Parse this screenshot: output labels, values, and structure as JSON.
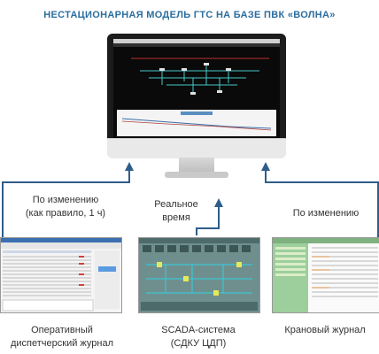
{
  "title": "НЕСТАЦИОНАРНАЯ МОДЕЛЬ ГТС НА БАЗЕ ПВК «ВОЛНА»",
  "links": {
    "left": [
      "По изменению",
      "(как правило, 1 ч)"
    ],
    "center": [
      "Реальное",
      "время"
    ],
    "right": "По изменению"
  },
  "sources": {
    "left": [
      "Оперативный",
      "диспетчерский журнал"
    ],
    "center": [
      "SCADA-система",
      "(СДКУ ЦДП)"
    ],
    "right": "Крановый журнал"
  },
  "colors": {
    "accent": "#2b6e9e",
    "arrow": "#2f5d8a",
    "scada_bg": "#6f8f8f",
    "crane_green": "#9ccf9c"
  }
}
